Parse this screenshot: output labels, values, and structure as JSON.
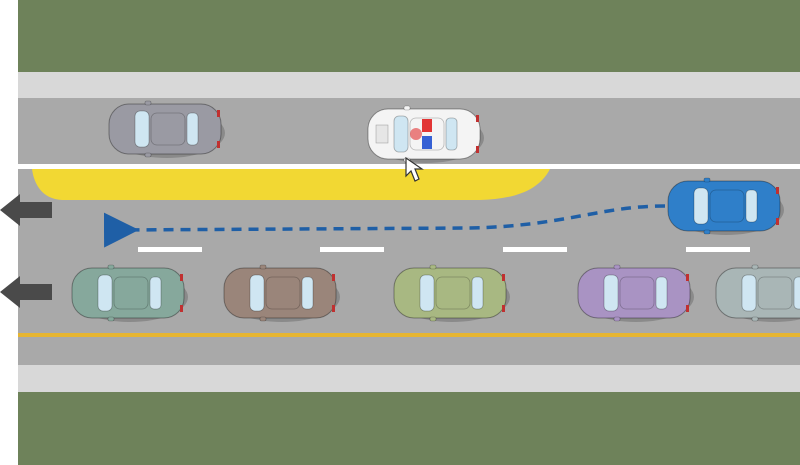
{
  "colors": {
    "grass": "#6e825a",
    "sidewalk": "#d8d8d8",
    "road": "#a9a9a9",
    "lane_line_white": "#ffffff",
    "lane_line_yellow": "#e6b531",
    "shoulder_zone": "#f2d833",
    "direction_arrow": "#4a4a4a",
    "path_arrow": "#1f5fa6",
    "police_light_red": "#e02020",
    "police_light_blue": "#2050d0"
  },
  "road": {
    "direction": "left",
    "shoulder_zone": "yellow",
    "lanes": [
      {
        "name": "shoulder-lane",
        "vehicles": [
          {
            "name": "parked-car",
            "color": "#9a9aa3"
          },
          {
            "name": "police-car",
            "color": "#f4f4f4",
            "lights": true
          }
        ]
      },
      {
        "name": "left-lane",
        "vehicles": [
          {
            "name": "merging-blue-car",
            "color": "#2f7fc9"
          }
        ]
      },
      {
        "name": "right-lane",
        "vehicles": [
          {
            "name": "teal-car",
            "color": "#86a89c"
          },
          {
            "name": "brown-car",
            "color": "#9a857a"
          },
          {
            "name": "olive-car",
            "color": "#a8b882"
          },
          {
            "name": "purple-car",
            "color": "#a993c3"
          },
          {
            "name": "gray-car",
            "color": "#a9b6b6"
          }
        ]
      }
    ]
  },
  "icons": {
    "direction_arrow": "arrow-left-icon",
    "path_arrow": "dashed-arrow-left-icon",
    "pointer": "pointer-icon"
  }
}
